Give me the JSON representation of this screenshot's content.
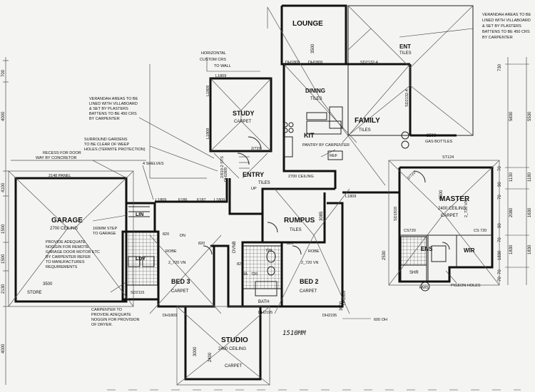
{
  "rooms": {
    "lounge": "LOUNGE",
    "lounge_dim": "3500",
    "ent": "ENT",
    "ent_floor": "TILES",
    "dining": "DINING",
    "dining_floor": "TILES",
    "family": "FAMILY",
    "family_floor": "TILES",
    "kit": "KIT",
    "study": "STUDY",
    "study_floor": "CARPET",
    "entry": "ENTRY",
    "entry_floor": "TILES",
    "garage": "GARAGE",
    "garage_ceiling": "2700 CEILING",
    "rumpus": "RUMPUS",
    "rumpus_floor": "TILES",
    "master": "MASTER",
    "master_ceiling": "2400 CEILING",
    "master_floor": "CARPET",
    "ens": "ENS",
    "wir": "WIR",
    "bed3": "BED 3",
    "bed3_floor": "CARPET",
    "bed2": "BED 2",
    "bed2_floor": "CARPET",
    "studio": "STUDIO",
    "studio_ceiling": "2400 CEILING",
    "studio_floor": "CARPET",
    "lin": "LIN",
    "ldy": "LDY",
    "store": "STORE",
    "bath": "BATH",
    "shr": "SHR",
    "lia": "LIA",
    "dvnb": "DVNB"
  },
  "notes": {
    "horizontal": "HORIZONTAL",
    "custom": "CUSTOM CRS",
    "to_wall": "TO WALL",
    "verandah_left": [
      "VERANDAH AREAS TO BE",
      "LINED WITH VILLABOARD",
      "& SET BY PLASTERS",
      "BATTENS TO BE 450 CRS",
      "BY CARPENTER"
    ],
    "verandah_right": [
      "VERANDAH AREAS TO BE",
      "LINED WITH VILLABOARD",
      "& SET BY PLASTERS",
      "BATTENS TO BE 450 CRS",
      "BY CARPENTER"
    ],
    "surround": [
      "SURROUND GARDENS",
      "TO BE CLEAR OF WEEP",
      "HOLES (TERMITE PROTECTION)"
    ],
    "recess": [
      "RECESS FOR DOOR",
      "WAY BY CONCRETOR"
    ],
    "shelves": "4 SHELVES",
    "panel": "2148 PANEL",
    "step": [
      "160MM STEP",
      "TO GARAGE"
    ],
    "provide": [
      "PROVIDE ADEQUATE",
      "NOGGIN FOR REMOTE",
      "GARAGE DOOR MOTOR ETC",
      "BY CARPENTER REFER",
      "TO MANUFACTURES",
      "REQUIREMENTS"
    ],
    "carpenter": [
      "CARPENTER TO",
      "PROVIDE ADEQUATE",
      "NOGGIN FOR PROVISION",
      "OF DRYER."
    ],
    "pantry": "PANTRY BY CARPENTER",
    "gas": "GAS BOTTLES",
    "pigeon": "PIGEON HOLES",
    "ceiling_2700": "2700 CEILING",
    "oh600": "600 OH",
    "handwritten": "1510MM",
    "hws": "HWS",
    "ref": "REF",
    "up": "UP",
    "dn": "DN"
  },
  "codes": {
    "sd2132": "SD2132-4",
    "sd2132b": "SD2132-4",
    "dh1809": "DH1809",
    "dh1809b": "DH1809",
    "l1809": "L1809",
    "l1809b": "L1809",
    "l1809c": "L1809",
    "l1809d": "L1809",
    "l1809e": "L1809",
    "l1809f": "L1809",
    "dh1809c": "DH1809",
    "f186": "F186",
    "f187": "F187",
    "sd2115": "SD2115",
    "dh1809d": "DH1809",
    "dh1809e": "DH1809",
    "st124": "ST124",
    "cs720": "CS720",
    "cs720b": "CS 720",
    "sd1818": "SD1818",
    "rose": "ROBE",
    "robe2": "ROBE",
    "vn720": "2_720 VN",
    "vn720b": "2_720 VN",
    "vn720c": "2_720 VN",
    "sts": "2/810-2 STS",
    "d2720": "2/720",
    "d2720b": "2/720",
    "d820": "820",
    "d820b": "820",
    "d820c": "820",
    "d720": "720",
    "d720b": "720",
    "d820d": "820",
    "dh2195": "DH2195",
    "dh2195b": "DH2195"
  },
  "dims": {
    "left": [
      "700",
      "4000",
      "4100",
      "1500",
      "1500",
      "2130",
      "4000"
    ],
    "right": [
      "5830",
      "5530",
      "1180",
      "1130",
      "2080",
      "1630",
      "1830",
      "1830"
    ],
    "right_inner": [
      "730",
      "70",
      "90",
      "70",
      "90",
      "70",
      "1830",
      "70",
      "70"
    ],
    "inner": [
      "3500",
      "3085",
      "3500",
      "3500",
      "2530",
      "3000",
      "2400",
      "3000"
    ]
  }
}
